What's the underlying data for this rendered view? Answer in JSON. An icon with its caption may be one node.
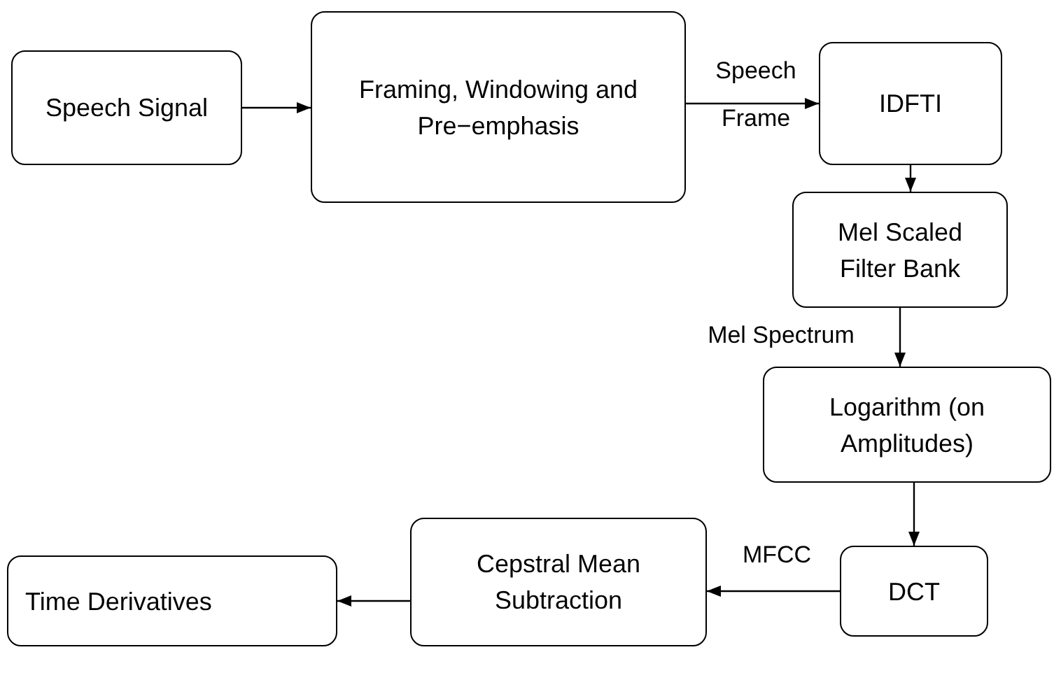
{
  "diagram": {
    "nodes": [
      {
        "text": [
          "Speech Signal"
        ]
      },
      {
        "text": [
          "Framing, Windowing and Pre−emphasis"
        ]
      },
      {
        "text": [
          "IDFTI"
        ]
      },
      {
        "text": [
          "Mel Scaled Filter Bank"
        ]
      },
      {
        "text": [
          "Logarithm (on Amplitudes)"
        ]
      },
      {
        "text": [
          "DCT"
        ]
      },
      {
        "text": [
          "Cepstral Mean Subtraction"
        ]
      },
      {
        "text": [
          "Time Derivatives"
        ]
      }
    ],
    "edges": [
      {
        "from": 0,
        "to": 1,
        "arrow": "to"
      },
      {
        "from": 1,
        "to": 2,
        "arrow": "to",
        "label": "Speech Frame"
      },
      {
        "from": 2,
        "to": 3,
        "arrow": "to"
      },
      {
        "from": 3,
        "to": 4,
        "arrow": "to",
        "label": "Mel Spectrum"
      },
      {
        "from": 4,
        "to": 5,
        "arrow": "to"
      },
      {
        "from": 5,
        "to": 6,
        "arrow": "to",
        "label": "MFCC"
      },
      {
        "from": 6,
        "to": 7,
        "arrow": "to"
      }
    ]
  }
}
